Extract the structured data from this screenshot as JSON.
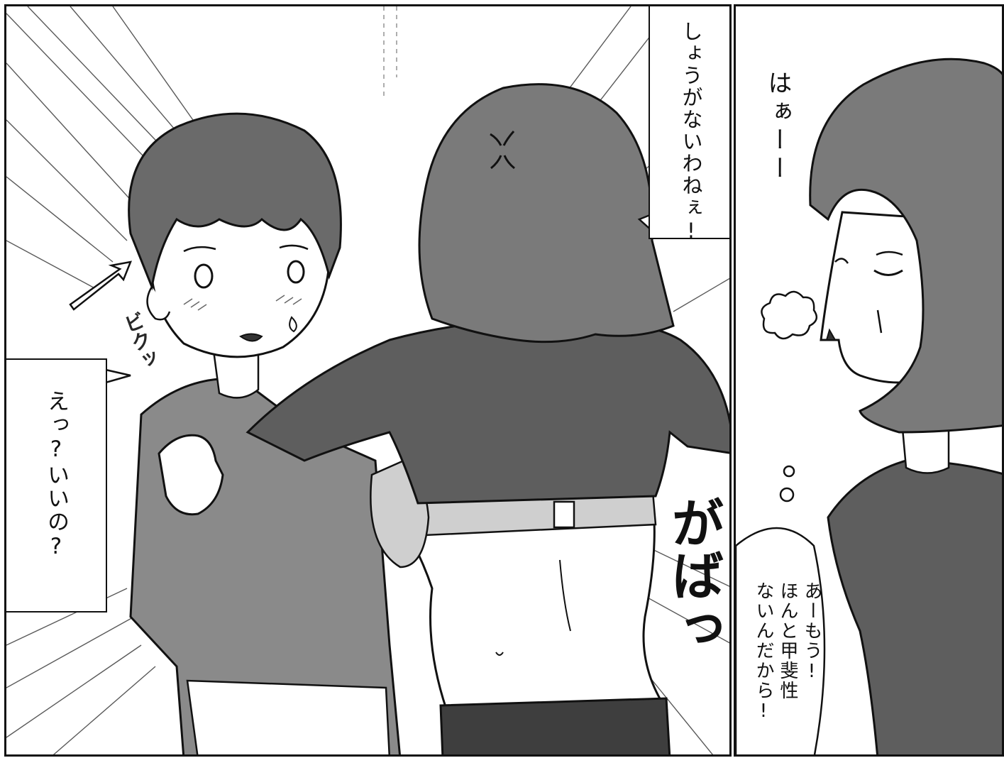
{
  "panel_left": {
    "speech_shiyouganai": "しょうがないわねぇ!",
    "speech_etsu": "えっ?いいの?",
    "sfx_biku": "ビクッ",
    "sfx_gaba": "がばっ",
    "anger_mark_icon": "anger-vein-icon"
  },
  "panel_right": {
    "sigh_haa": "はぁーー",
    "thought_line1": "あーもう!",
    "thought_line2": "ほんと甲斐性",
    "thought_line3": "ないんだから!"
  },
  "colors": {
    "ink": "#111111",
    "tone_dark": "#5e5e5e",
    "tone_mid": "#7a7a7a",
    "tone_light": "#9a9a9a",
    "paper": "#ffffff"
  }
}
